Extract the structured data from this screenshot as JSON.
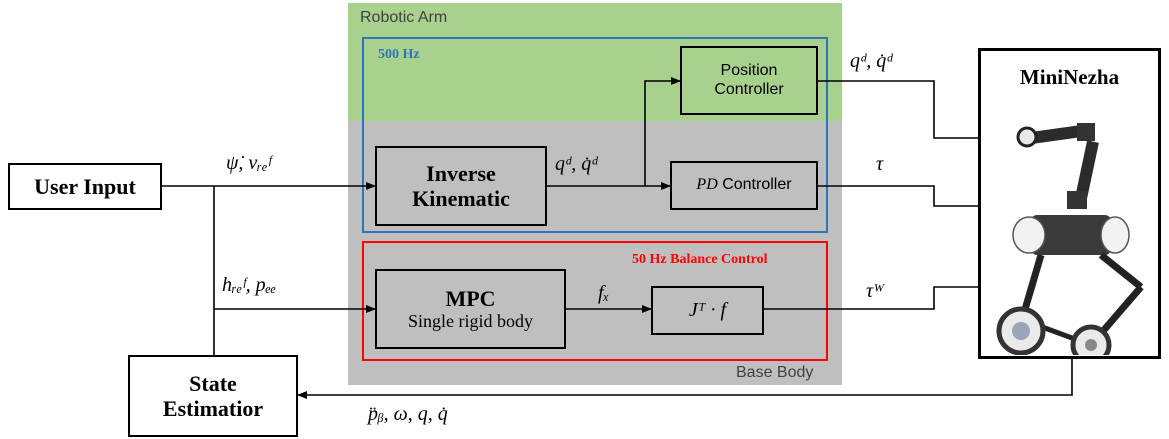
{
  "regions": {
    "robotic_arm": "Robotic Arm",
    "base_body": "Base Body",
    "freq_500": "500 Hz",
    "freq_50": "50 Hz Balance Control"
  },
  "blocks": {
    "user_input": "User Input",
    "state_estimator_line1": "State",
    "state_estimator_line2": "Estimatior",
    "inverse_line1": "Inverse",
    "inverse_line2": "Kinematic",
    "position_line1": "Position",
    "position_line2": "Controller",
    "pd_prefix": "PD",
    "pd_suffix": " Controller",
    "mpc_title": "MPC",
    "mpc_subtitle": "Single rigid body",
    "jtf": "Jᵀ · f",
    "robot_name": "MiniNezha"
  },
  "signals": {
    "psi_v": "ψ̇, vᵣₑᶠ",
    "h_p": "hᵣₑᶠ, pₑₑ",
    "qd_inner": "qᵈ, q̇ᵈ",
    "qd_outer": "qᵈ, q̇ᵈ",
    "tau": "τ",
    "fx": "fₓ",
    "tau_w": "τᵂ",
    "feedback": "p̈ᵦ, ω, q, q̇"
  },
  "colors": {
    "arm_region": "#a9d18e",
    "base_region": "#bfbfbf",
    "freq_500_border": "#2e75b6",
    "freq_50_border": "#ff0000"
  }
}
